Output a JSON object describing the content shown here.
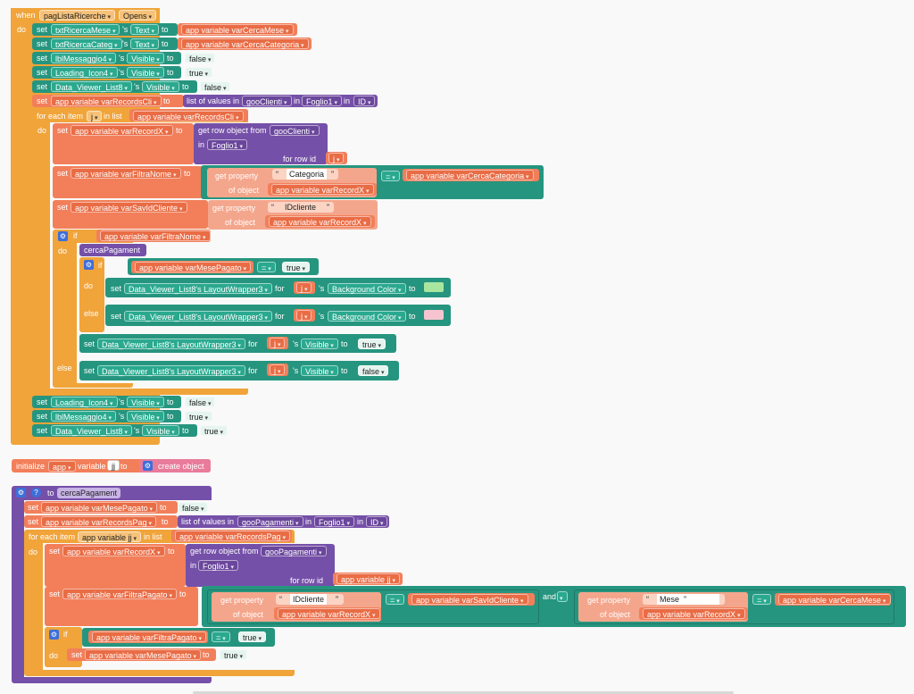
{
  "event": {
    "when": "when",
    "component": "pagListaRicerche",
    "event": "Opens",
    "do": "do"
  },
  "kw": {
    "set": "set",
    "to": "to",
    "s": "'s",
    "in": "in",
    "list_of_values_in": "list of values in",
    "get_row_object_from": "get row object from",
    "for_row_id": "for row id",
    "get_property": "get property",
    "of_object": "of object",
    "for_each_item": "for each item",
    "in_list": "in list",
    "if": "if",
    "else": "else",
    "for": "for",
    "eq": "=",
    "and": "and",
    "initialize": "initialize",
    "variable": "variable",
    "create_object": "create object",
    "app": "app",
    "quote_open": "“",
    "quote_close": "”"
  },
  "values": {
    "true": "true",
    "false": "false"
  },
  "components": {
    "txtRicercaMese": "txtRicercaMese",
    "txtRicercaCateg": "txtRicercaCateg",
    "lblMessaggio4": "lblMessaggio4",
    "Loading_Icon4": "Loading_Icon4",
    "Data_Viewer_List8": "Data_Viewer_List8",
    "gooClienti": "gooClienti",
    "gooPagamenti": "gooPagamenti",
    "Foglio1": "Foglio1",
    "ID": "ID",
    "layoutWrapper": "Data_Viewer_List8's LayoutWrapper3"
  },
  "props": {
    "Text": "Text",
    "Visible": "Visible",
    "BackgroundColor": "Background Color"
  },
  "vars": {
    "varCercaMese": "app variable varCercaMese",
    "varCercaCategoria": "app variable varCercaCategoria",
    "varRecordsCli": "app variable varRecordsCli",
    "varRecordX": "app variable varRecordX",
    "varFiltraNome": "app variable varFiltraNome",
    "varSavIdCliente": "app variable varSavIdCliente",
    "varMesePagato": "app variable varMesePagato",
    "varRecordsPag": "app variable varRecordsPag",
    "varFiltraPagato": "app variable varFiltraPagato",
    "jj": "app variable jj",
    "j": "j",
    "jj_short": "jj"
  },
  "strings": {
    "Categoria": "Categoria",
    "IDcliente": "IDcliente",
    "Mese": "Mese"
  },
  "procedure": {
    "name": "cercaPagament",
    "to": "to"
  },
  "colors": {
    "orange": "#f0a43a",
    "teal": "#26957f",
    "salmon": "#f27f5a",
    "purple": "#7550a8",
    "green_swatch": "#a8e6a0",
    "pink_swatch": "#f6c4cf"
  }
}
